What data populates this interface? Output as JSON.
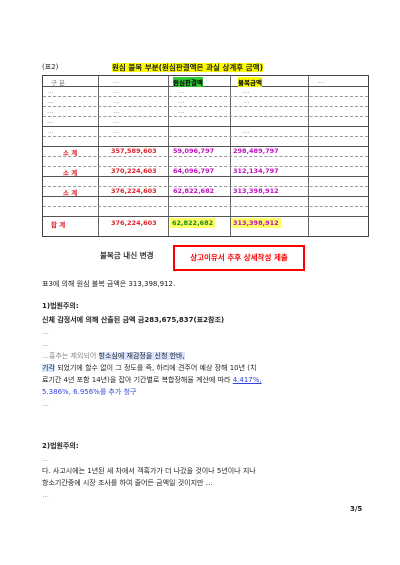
{
  "header": {
    "note": "(표2)",
    "title_prefix": "원심 불복 부분(원심판결액은 과실 상계후 금액)",
    "col_judgment": "원심판결액",
    "col_appeal": "불복금액"
  },
  "table": {
    "rows": [
      {
        "a": "구   분",
        "b": "…",
        "c": "…",
        "d": "…",
        "e": "…"
      },
      {
        "a": "…",
        "b": "…",
        "c": "…",
        "d": "…",
        "e": "…"
      },
      {
        "a": "…",
        "b": "…",
        "c": "…",
        "d": "…",
        "e": "…"
      },
      {
        "a": "…",
        "b": "…",
        "c": "…",
        "d": "…",
        "e": "…"
      },
      {
        "a": "…",
        "b": "…",
        "c": "…",
        "d": "…",
        "e": "…"
      },
      {
        "a": "…",
        "b": "…",
        "c": "…",
        "d": "…",
        "e": "…"
      }
    ],
    "subtotal1": {
      "label": "소 계",
      "v1": "357,589,603",
      "v2": "59,096,797",
      "v3": "298,489,797"
    },
    "subtotal2": {
      "label": "소 계",
      "v1": "370,224,603",
      "v2": "64,096,797",
      "v3": "312,134,797"
    },
    "subtotal3": {
      "label": "소 계",
      "v1": "376,224,603",
      "v2": "62,822,682",
      "v3": "313,398,912"
    },
    "total": {
      "label": "합 계",
      "v1": "376,224,603",
      "v2": "62,822,682",
      "v3": "313,398,912"
    }
  },
  "warning": {
    "prefix": "불복금 내신 변경",
    "box": "상고이유서 추후 상세작성 제출"
  },
  "summary_line": "표3에 의해 원심 불복 금액은 313,398,912.",
  "section1": {
    "heading": "1)법원주의:",
    "line1": "신체 감정서에 의해 산출된 금액 금283,675,837(표2참조)",
    "line2": "…",
    "line3": "…",
    "line4_a": "…흉추는 제외되어 ",
    "line4_b": "항소심에 재감정을 신청 한바,",
    "line5_a": "기각",
    "line5_b": " 되었기에 할수 없이 그 정도를 즉, 하리에 견주어 예상 장해 10년 (치",
    "line6_a": "료기간 4년 포함 14년)을 잡아 기간별로 복합장해율 계산에 따라 ",
    "line6_b": "4.417%,",
    "line7": "5.386%, 6.956%를 추가 청구",
    "line8": "…"
  },
  "section2": {
    "heading": "2)법원주의:",
    "line1": "…",
    "line2": "다. 사고시에는 1년된 새 차에서 객혹가가 더 나갔을 것이나 5년이나 지나",
    "line3": "항소기간중에 시장 조사를 하여 줄어든 금액일 것이지만 …",
    "line4": "…"
  },
  "page_number": "3/5"
}
